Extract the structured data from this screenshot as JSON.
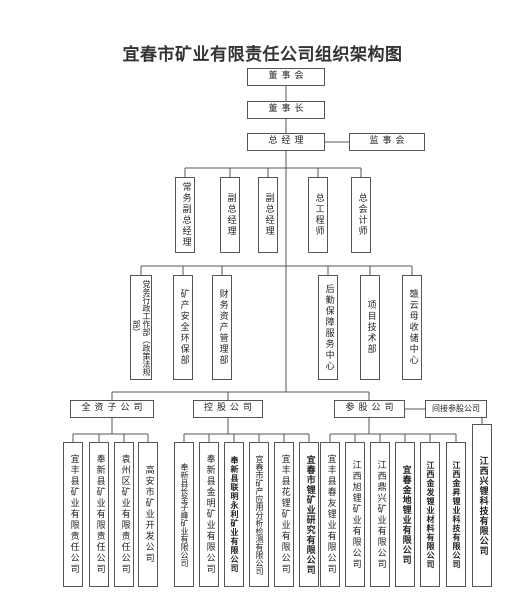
{
  "title": "宜春市矿业有限责任公司组织架构图",
  "top": {
    "board": "董事会",
    "chairman": "董事长",
    "gm": "总经理",
    "supervisors": "监事会"
  },
  "deputies": [
    "常务副总经理",
    "副总经理",
    "副总经理",
    "总工程师",
    "总会计师"
  ],
  "departments": [
    "党务行政工作部（政策法规部）",
    "矿产安全环保部",
    "财务资产管理部",
    "后勤保障服务中心",
    "项目技术部",
    "赣云母收储中心"
  ],
  "groups": {
    "wholly_owned": "全资子公司",
    "holding": "控股公司",
    "participating": "参股公司",
    "indirect": "间接参股公司"
  },
  "wholly_owned_companies": [
    "宜丰县矿业有限责任公司",
    "奉新县矿业有限责任公司",
    "袁州区矿业有限责任公司",
    "高安市矿业开发公司"
  ],
  "holding_companies": [
    "奉新县长圣子峰矿业有限公司",
    "奉新县金明矿业有限公司",
    "奉新县联明永利矿业有限公司",
    "宜春市矿产应用分析检测有限公司",
    "宜丰县花锂矿业有限公司",
    "宜春市锂矿业研究有限公司"
  ],
  "participating_companies": [
    "宜丰县春友锂业有限公司",
    "江西旭锂矿业有限公司",
    "江西鼎兴矿业有限公司",
    "宜春金地锂业有限公司",
    "江西金发锂业材料有限公司",
    "江西金昇锂业科技有限公司"
  ],
  "indirect_companies": [
    "江西兴锂科技有限公司"
  ]
}
